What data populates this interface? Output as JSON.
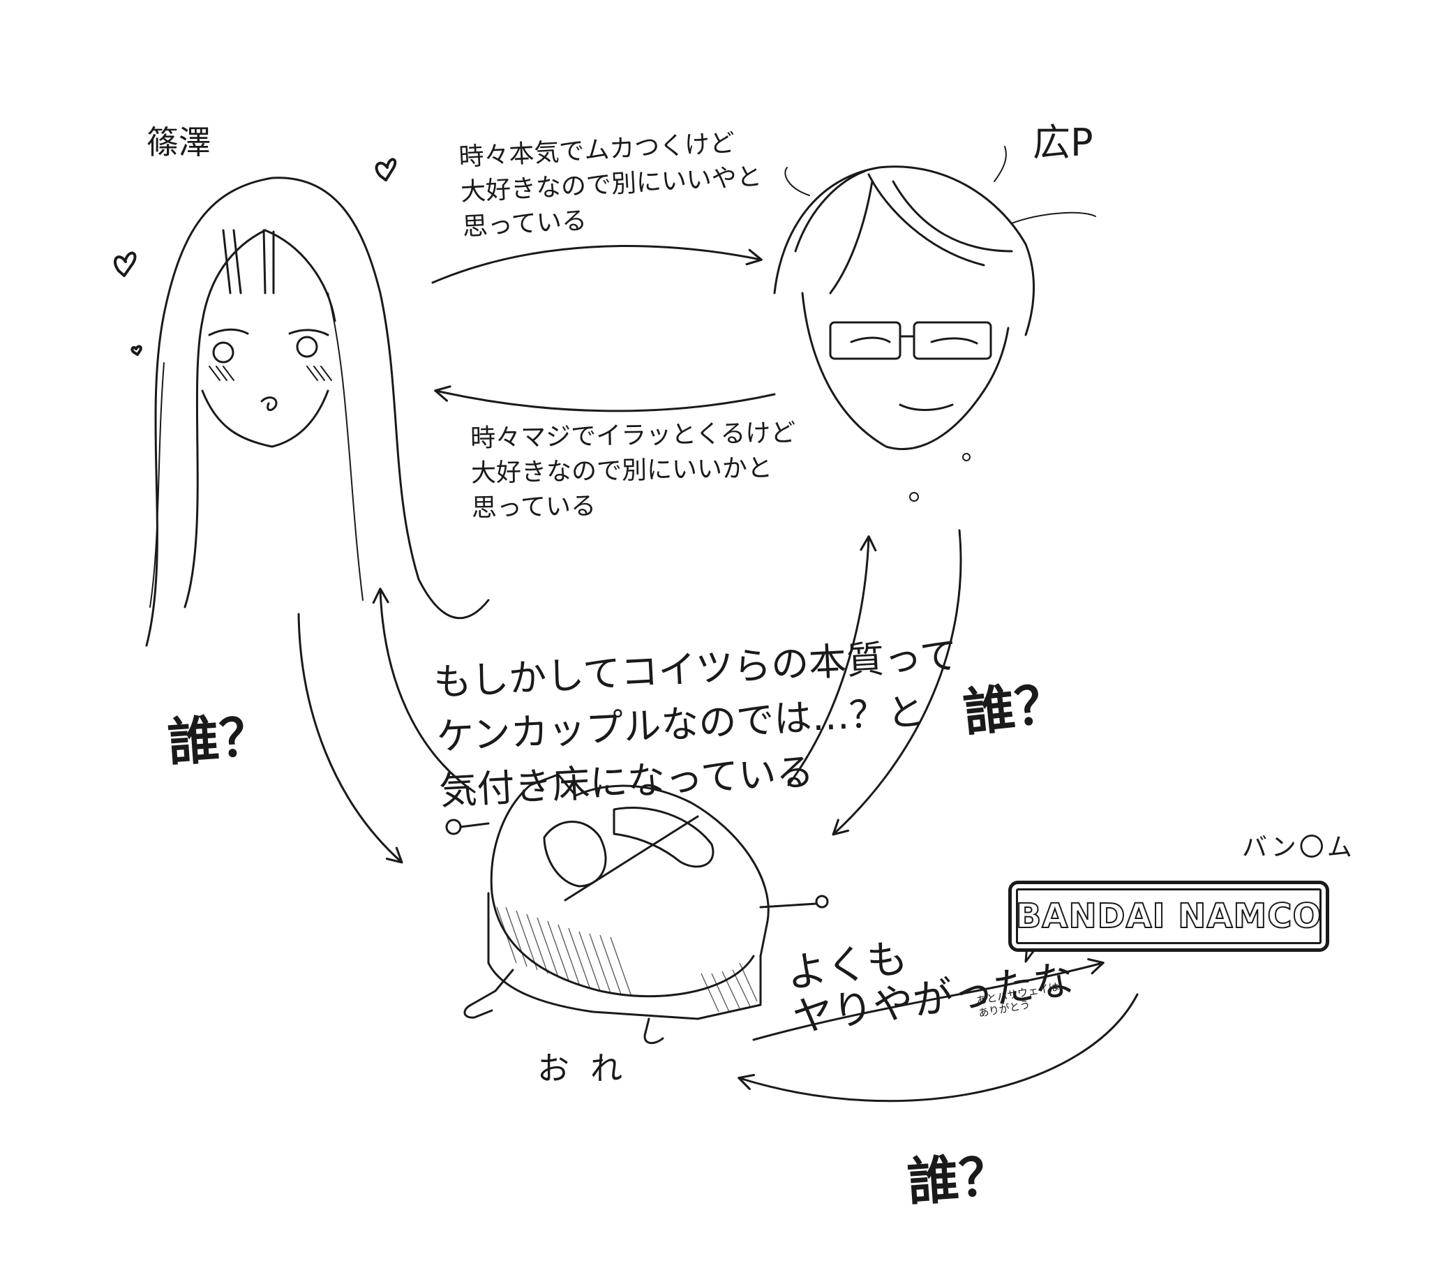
{
  "characters": {
    "shinozawa": {
      "name": "篠澤"
    },
    "producer": {
      "name": "広P"
    },
    "me": {
      "name": "おれ"
    },
    "bandai_namco": {
      "name": "バン〇ム",
      "logo_text": "BANDAI NAMCO"
    }
  },
  "relations": {
    "shinozawa_to_producer": "時々本気でムカつくけど\n大好きなので別にいいやと\n思っている",
    "producer_to_shinozawa": "時々マジでイラッとくるけど\n大好きなので別にいいかと\n思っている",
    "me_about_pair": "もしかしてコイツらの本質って\nケンカップルなのでは…？と\n気付き床になっている",
    "shinozawa_to_me": "誰？",
    "producer_to_me": "誰？",
    "bandai_namco_to_me": "誰？",
    "me_to_bandai_namco": "よくも\nヤりやがったな",
    "me_to_bandai_namco_note": "あとハサウェイは\nありがとう"
  }
}
